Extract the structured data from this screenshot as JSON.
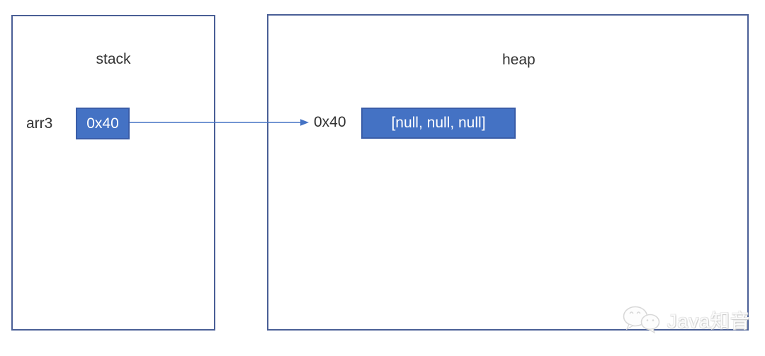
{
  "stack_panel": {
    "title": "stack",
    "variable_label": "arr3",
    "pointer_value": "0x40"
  },
  "heap_panel": {
    "title": "heap",
    "address_label": "0x40",
    "array_value": "[null, null, null]"
  },
  "watermark": {
    "icon": "wechat-icon",
    "text": "Java知音"
  },
  "colors": {
    "panel_border": "#4a5f96",
    "cell_fill": "#4472c4",
    "cell_border": "#3a5da8",
    "cell_text": "#ffffff",
    "arrow": "#4472c4",
    "label_text": "#333333",
    "watermark_text": "#fbfbfb"
  }
}
